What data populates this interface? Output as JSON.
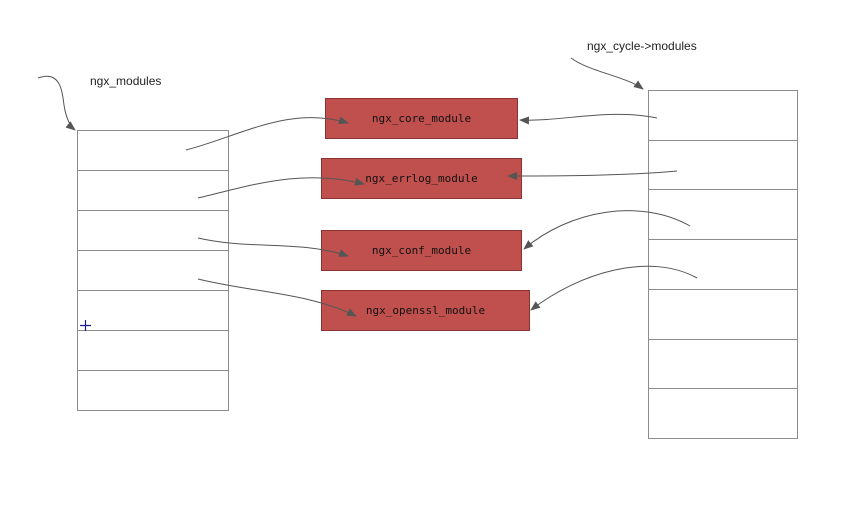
{
  "labels": {
    "left_array": "ngx_modules",
    "right_array": "ngx_cycle->modules"
  },
  "modules": [
    {
      "name": "ngx_core_module"
    },
    {
      "name": "ngx_errlog_module"
    },
    {
      "name": "ngx_conf_module"
    },
    {
      "name": "ngx_openssl_module"
    }
  ],
  "left_array": {
    "cell_count": 7
  },
  "right_array": {
    "cell_count": 7
  },
  "colors": {
    "module_fill": "#c0504d",
    "module_border": "#8a3330",
    "line": "#555555"
  }
}
